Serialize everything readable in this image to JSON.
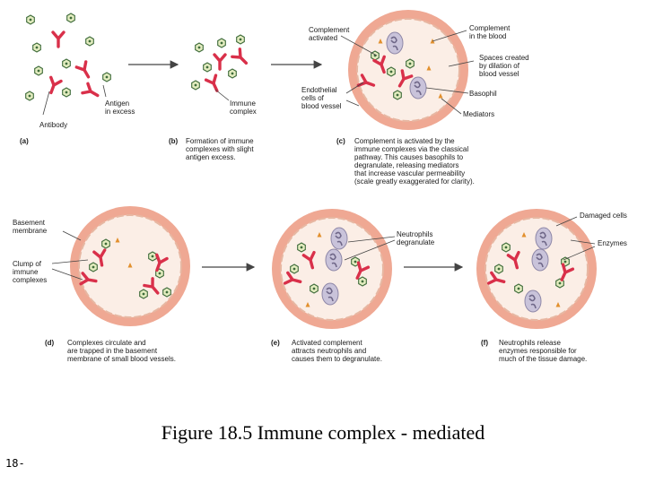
{
  "figure_title": "Figure 18.5 Immune complex - mediated",
  "page_number": "18-",
  "colors": {
    "antibody": "#d9304a",
    "antigen_fill": "#e4edc0",
    "antigen_stroke": "#3e6b3a",
    "vessel_wall": "#efa893",
    "vessel_inner": "#fbeee6",
    "mediator": "#e2902e",
    "cell": "#a9a3be"
  },
  "panels": {
    "a": {
      "tag": "(a)",
      "label_antigen": [
        "Antigen",
        "in excess"
      ],
      "label_antibody": "Antibody"
    },
    "b": {
      "tag": "(b)",
      "label_complex": [
        "Immune",
        "complex"
      ],
      "caption": [
        "Formation of immune",
        "complexes with slight",
        "antigen excess."
      ]
    },
    "c": {
      "tag": "(c)",
      "label_complement_activated": [
        "Complement",
        "activated"
      ],
      "label_complement_blood": [
        "Complement",
        "in the blood"
      ],
      "label_spaces": [
        "Spaces created",
        "by dilation of",
        "blood vessel"
      ],
      "label_basophil": "Basophil",
      "label_mediators": "Mediators",
      "label_endothelial": [
        "Endothelial",
        "cells of",
        "blood vessel"
      ],
      "caption": [
        "Complement is activated by the",
        "immune complexes via the classical",
        "pathway. This causes basophils to",
        "degranulate, releasing mediators",
        "that increase vascular permeability",
        "(scale greatly exaggerated for clarity)."
      ]
    },
    "d": {
      "tag": "(d)",
      "label_basement": [
        "Basement",
        "membrane"
      ],
      "label_clump": [
        "Clump of",
        "immune",
        "complexes"
      ],
      "caption": [
        "Complexes circulate and",
        "are trapped in the basement",
        "membrane of small blood vessels."
      ]
    },
    "e": {
      "tag": "(e)",
      "label_neutrophils": [
        "Neutrophils",
        "degranulate"
      ],
      "caption": [
        "Activated complement",
        "attracts neutrophils and",
        "causes them to degranulate."
      ]
    },
    "f": {
      "tag": "(f)",
      "label_damaged": "Damaged cells",
      "label_enzymes": "Enzymes",
      "caption": [
        "Neutrophils release",
        "enzymes responsible for",
        "much of the tissue damage."
      ]
    }
  }
}
